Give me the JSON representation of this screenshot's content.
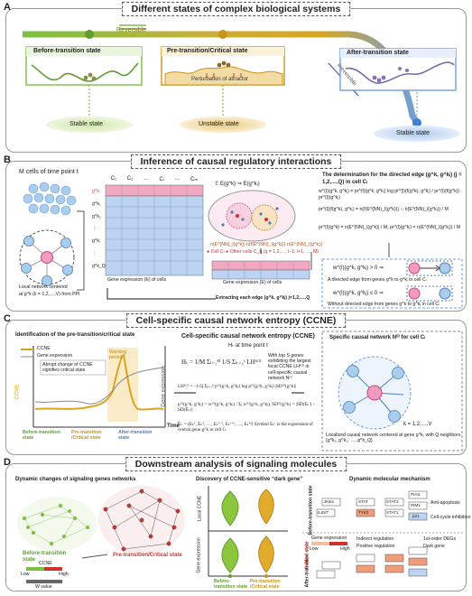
{
  "panels": {
    "a": {
      "letter": "A",
      "title": "Different states of complex biological systems",
      "reversible": "Reversible",
      "irreversible": "Irreversible",
      "before": "Before-transition state",
      "pre": "Pre-transition/Critical state",
      "after": "After-transition state",
      "perturbation": "Perturbation of attractor",
      "stable1": "Stable state",
      "unstable": "Unstable state",
      "stable2": "Stable state"
    },
    "b": {
      "letter": "B",
      "title": "Inference of causal regulatory interactions",
      "m_cells": "M cells of time point t",
      "local_network": "Local network centered",
      "at_gk": "at g^k  (k = 1,2,…,V)   from PPI",
      "cols": [
        "C₁",
        "C₂",
        "…",
        "Cₗ",
        "…",
        "Cₘ"
      ],
      "rows": [
        "g^k",
        "g^k₁",
        "g^k₂",
        "⋮",
        "g^kⱼ",
        "⋮",
        "g^k_Q"
      ],
      "gene_expr_caption": "Gene expression (E) of cells",
      "gene_expr_caption2": "Gene expression (E) of cells",
      "extract_label": "Extracting each edge (g^k, g^kⱼ)  j=1,2,…,Q",
      "mapping": "f: E(g^k) ⇒ E(g^kⱼ)",
      "cell_legend": "● Cell Cₗ   ● Other cells C_q (q = 1,2,…, l−1, l+1, …, M)",
      "n_terms": "n(E^(NN)_l(g^k))   n(f(E^(NN)_l(g^k)))   n(E^(NN)_l(g^kⱼ))",
      "determination": "The determination for the directed edge (g^k, g^kⱼ) (j = 1,2,…,Q) in cell Cₗ",
      "formula1": "w^(l)(g^k, g^kⱼ) = pr^(l)(g^k, g^kⱼ) log pr^(l)(f(g^k), g^kⱼ) / pr^(l)(f(g^k)) · pr^(l)(g^kⱼ)",
      "formula2": "pr^(l)(f(g^k), g^kⱼ) = n(f(E^(NN)_l(g^k))) ∩ n(E^(NN)_l(g^kⱼ)) / M",
      "formula3": "pr^(l)(g^k) = n(E^(NN)_l(g^k)) / M,   pr^(l)(g^kⱼ) = n(E^(NN)_l(g^kⱼ)) / M",
      "cond_pos": "w^(l)(g^k, g^kⱼ) > 0 ⇒",
      "cond_pos_caption": "A directed  edge from genes g^k to g^kⱼ in cell Cₗ",
      "cond_neg": "w^(l)(g^k, g^kⱼ) ≤ 0 ⇒",
      "cond_neg_caption": "Without directed edge from genes g^k to g^kⱼ in cell Cₗ"
    },
    "c": {
      "letter": "C",
      "title": "Cell-specific causal network entropy (CCNE)",
      "ident_title": "Identification of the pre-transition/critical state",
      "legend_ccne": "CCNE",
      "legend_expr": "Gene expression",
      "abrupt": "Abrupt change of CCNE signifies critical state",
      "warning": "Warning period",
      "y_left": "CCNE",
      "y_right": "Gene expression",
      "x_axis": "Time",
      "states": [
        "Before-transition state",
        "Pre-transition /Critical state",
        "After-transition state"
      ],
      "ccne_title": "Cell-specific causal network entropy (CCNE)",
      "ccne_sub": "Hₜ at time point t",
      "eq_h": "Hₜ = 1/M Σₗ₌₁ᴹ 1/S Σₖ₌₁ˢ LHᵏ⁽ˡ⁾",
      "eq_note": "With top S genes exhibiting the largest local CCNE LHᵏ⁽ˡ⁾ in cell-specific causal network N⁽ˡ⁾",
      "eq_lh": "LHᵏ⁽ˡ⁾ = −1/Q Σⱼ₌₁ᵠ p⁽ˡ⁾(g^k, g^kⱼ) log p⁽ˡ⁾(g^k, g^kⱼ) |SD⁽ˡ⁾(g^k)|",
      "eq_p": "p⁽ˡ⁾(g^k, g^kⱼ) = w⁽ˡ⁾(g^k, g^kⱼ) / Σⱼ w⁽ˡ⁾(g^k, g^kⱼ),   SD⁽ˡ⁾(g^k) = |SD(Eₖˡ) − SD(Ēₖ)|",
      "eq_e": "Ēₖ = (Eₖ¹, Eₖ², …, Eₖˡ⁻¹, Eₖˡ⁺¹, …, Eₖᴹ)   Symbol Eₖˡ is the expression of central gene g^k in cell Cₗ",
      "specific_title": "Specific causal network N⁽ˡ⁾ for cell Cₗ",
      "specific_k": "k = 1,2,…,V",
      "specific_caption": "Localized causal network centered at gene g^k, with Q neighbors {g^k₁, g^k₂, …, g^k_Q}"
    },
    "d": {
      "letter": "D",
      "title": "Downstream analysis of signaling molecules",
      "dyn_title": "Dynamic changes of signaling genes networks",
      "before": "Before-transition state",
      "pre": "Pre-transition/Critical state",
      "ccne_low": "Low",
      "ccne_high": "High",
      "ccne_legend": "CCNE",
      "w_legend": "W value",
      "dark_title": "Discovery of CCNE-sensitive “dark gene”",
      "y1": "Local CCNE",
      "y2": "Gene expression",
      "x_before": "Before-transition state",
      "x_pre": "Pre-transition /Critical state",
      "mech_title": "Dynamic molecular mechanism",
      "mech_before": "Before-transition state",
      "mech_after": "After-transition state",
      "mech_critical": "Critical state",
      "genes_top": [
        "JNK1",
        "STAT",
        "STAT3",
        "PIAS",
        "PIM1",
        "TYK2",
        "STAT1",
        "p21",
        "IL6ST"
      ],
      "outcomes": [
        "Anti-apoptosis",
        "Cell-cycle inhibition"
      ],
      "legend_indirect": "Indirect regulation",
      "legend_positive": "Positive regulation",
      "legend_order": "1st-order DEGs",
      "legend_dark": "Dark gene",
      "legend_expr": "Gene expression",
      "legend_low": "Low",
      "legend_high": "High"
    }
  },
  "colors": {
    "green": "#7bc043",
    "gold": "#d9a520",
    "blue": "#6f9fd8",
    "pink": "#f29bc0",
    "cell_blue": "#a9cdec",
    "matrix_pink": "#f2a7c2",
    "matrix_blue": "#bcd3f2"
  }
}
